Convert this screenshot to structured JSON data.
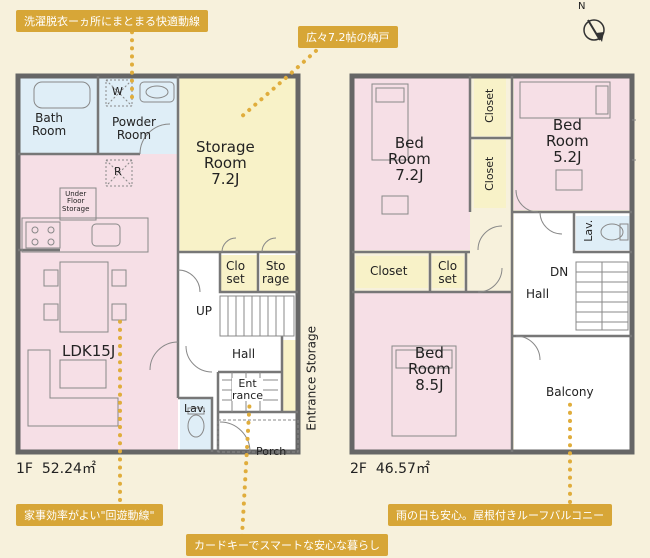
{
  "floor1": {
    "label": "1F  52.24㎡",
    "rooms": {
      "bath": "Bath\nRoom",
      "powder": "Powder\nRoom",
      "storage": "Storage\nRoom\n7.2J",
      "under_floor": "Under\nFloor\nStorage",
      "ldk": "LDK15J",
      "closet": "Clo\nset",
      "storage_small": "Sto\nrage",
      "up": "UP",
      "hall": "Hall",
      "entrance": "Ent\nrance",
      "entrance_storage": "Entrance Storage",
      "lav": "Lav.",
      "porch": "Porch",
      "w_mark": "W",
      "r_mark": "R"
    }
  },
  "floor2": {
    "label": "2F  46.57㎡",
    "rooms": {
      "bed1": "Bed\nRoom\n7.2J",
      "bed2": "Bed\nRoom\n5.2J",
      "bed3": "Bed\nRoom\n8.5J",
      "closet_a": "Closet",
      "closet_b": "Closet",
      "closet_c": "Closet",
      "closet_d": "Clo\nset",
      "lav": "Lav.",
      "dn": "DN",
      "hall": "Hall",
      "balcony": "Balcony"
    }
  },
  "callouts": {
    "laundry": "洗濯脱衣ーヵ所にまとまる快適動線",
    "storage_size": "広々7.2帖の納戸",
    "circulation": "家事効率がよい\"回遊動線\"",
    "card_key": "カードキーでスマートな安心な暮らし",
    "balcony": "雨の日も安心。屋根付きルーフバルコニー"
  },
  "compass": {
    "label": "N"
  },
  "colors": {
    "pink": "#f6dfe6",
    "blue": "#dfeef7",
    "yellow": "#f8f2c8",
    "white": "#ffffff",
    "accent": "#d7a637"
  }
}
